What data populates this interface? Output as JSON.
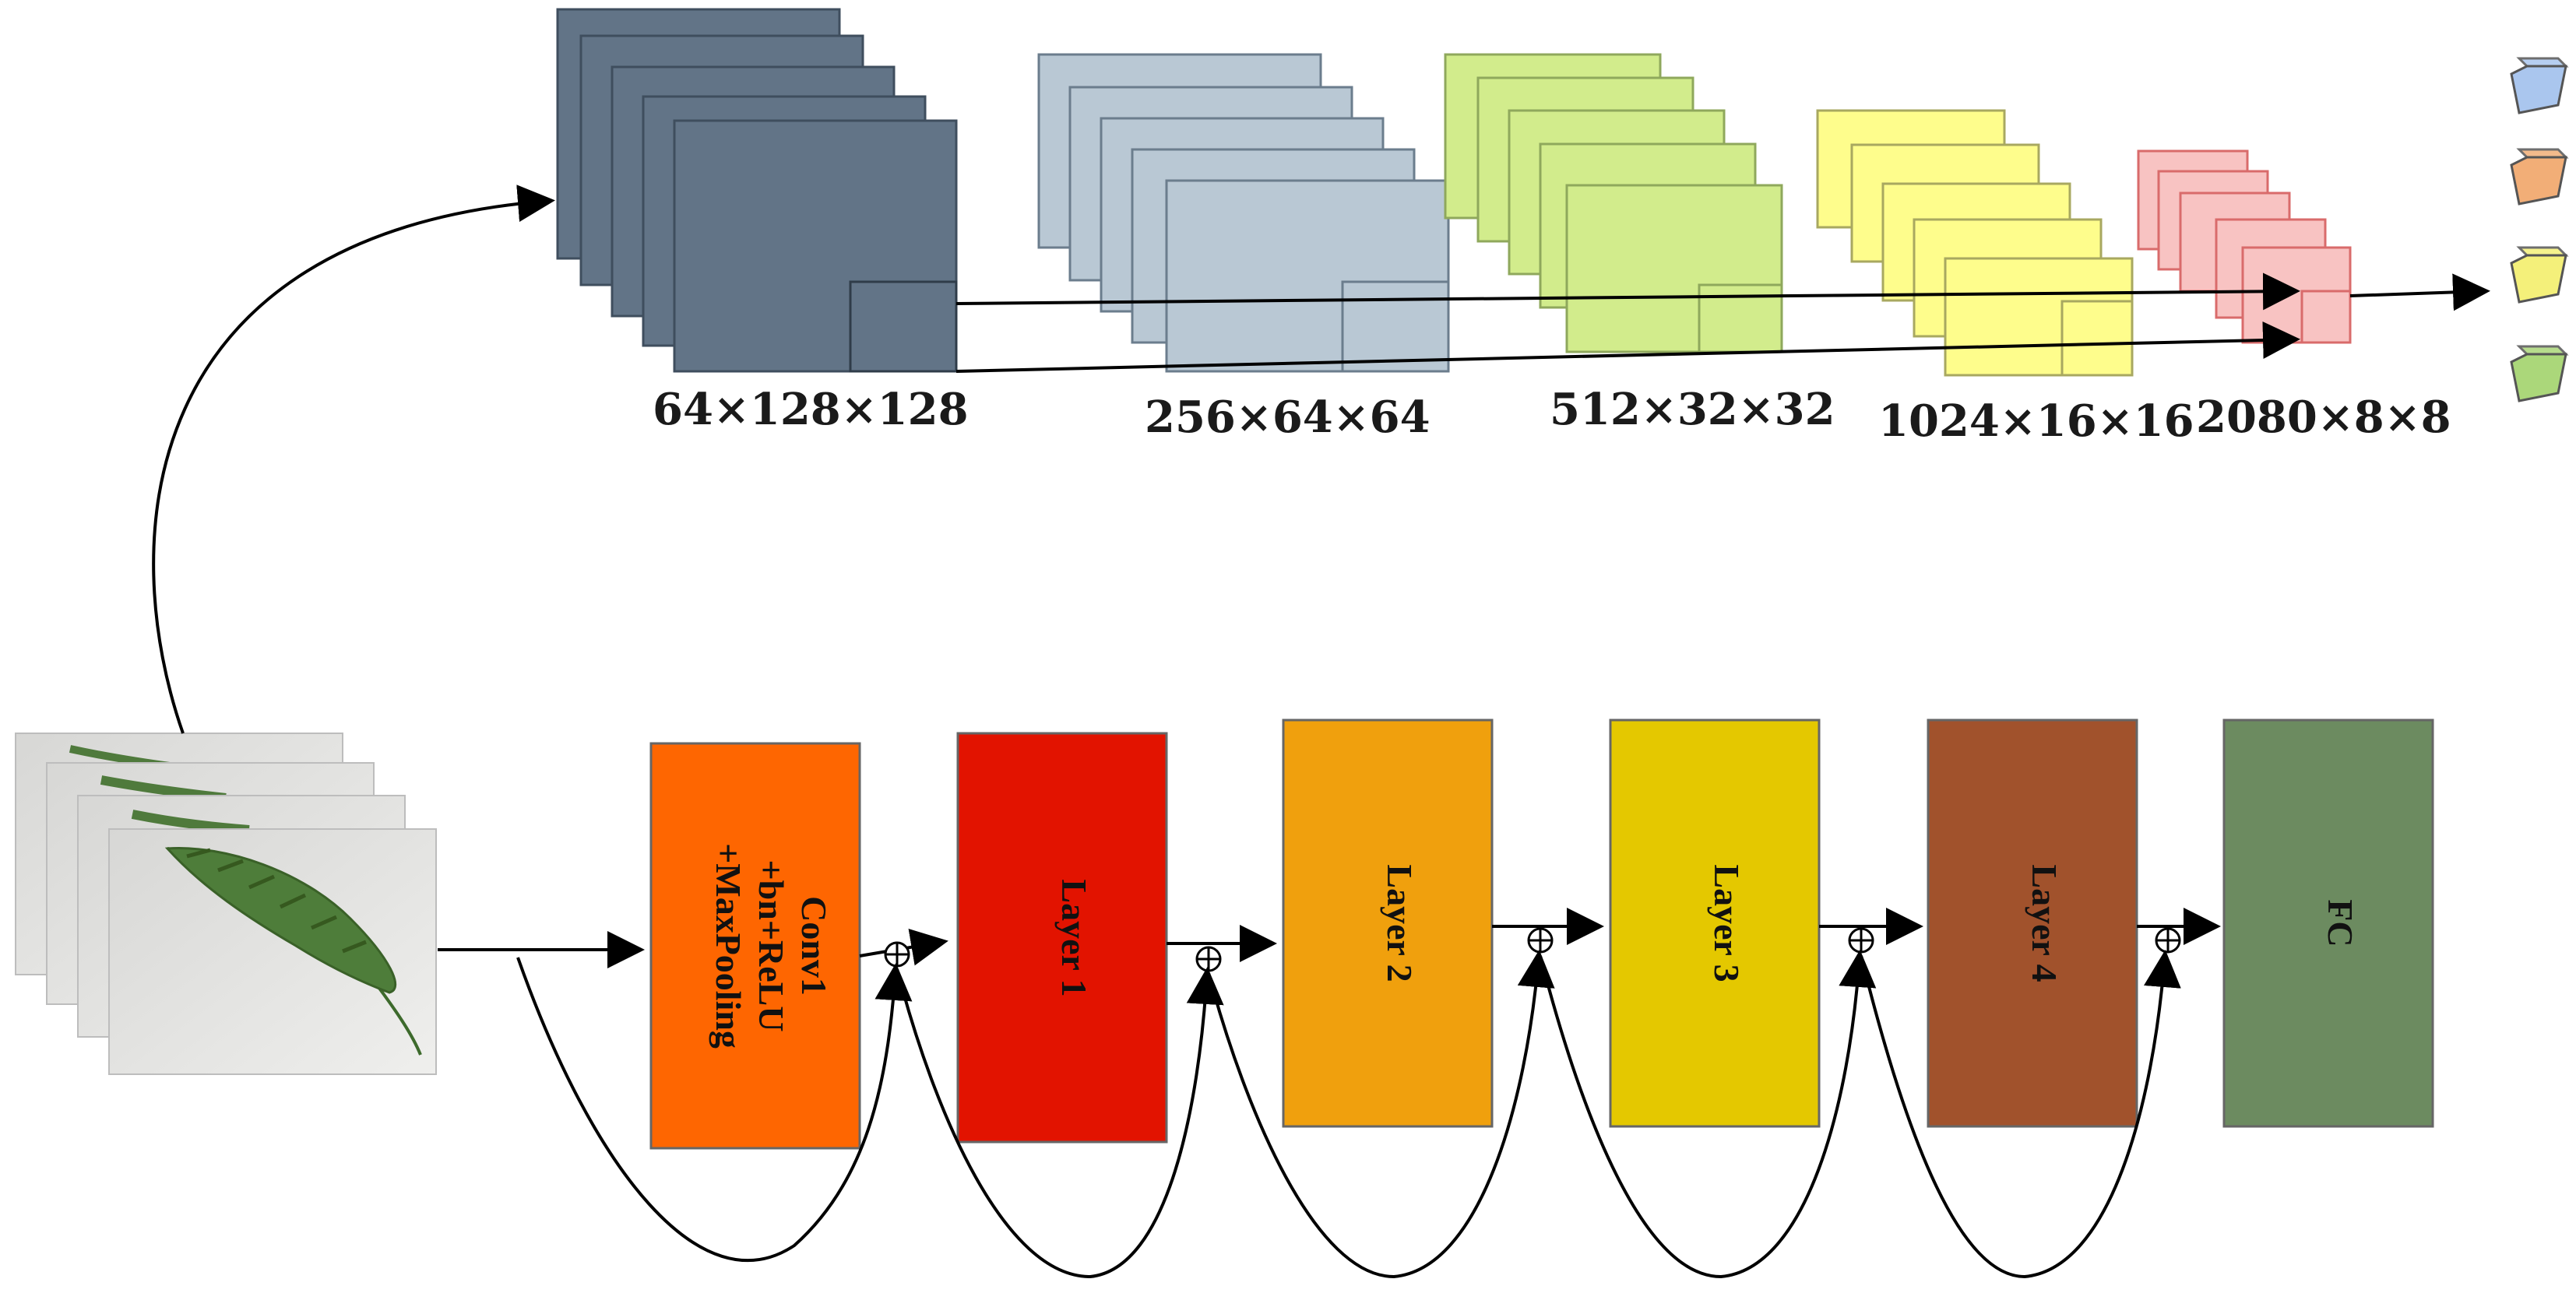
{
  "feature_maps": [
    {
      "label": "64×128×128",
      "color": "#627487",
      "stroke": "#3f4e5e"
    },
    {
      "label": "256×64×64",
      "color": "#b9c8d4",
      "stroke": "#6b7d8d"
    },
    {
      "label": "512×32×32",
      "color": "#d2ec8c",
      "stroke": "#8fa85c"
    },
    {
      "label": "1024×16×16",
      "color": "#fefd8c",
      "stroke": "#a8a860"
    },
    {
      "label": "2080×8×8",
      "color": "#f8c3c2",
      "stroke": "#d96b6b"
    }
  ],
  "output_icons": [
    {
      "name": "blue",
      "color": "#aac6ee"
    },
    {
      "name": "orange",
      "color": "#f2ae77"
    },
    {
      "name": "yellow",
      "color": "#f4f07a"
    },
    {
      "name": "green",
      "color": "#abd77a"
    }
  ],
  "pipeline_blocks": [
    {
      "label_lines": [
        "Conv1",
        "+bn+ReLU",
        "+MaxPooling"
      ],
      "color": "#fe6601"
    },
    {
      "label_lines": [
        "Layer 1"
      ],
      "color": "#e21300"
    },
    {
      "label_lines": [
        "Layer 2"
      ],
      "color": "#f0a00d"
    },
    {
      "label_lines": [
        "Layer 3"
      ],
      "color": "#e4c800"
    },
    {
      "label_lines": [
        "Layer 4"
      ],
      "color": "#a1522c"
    },
    {
      "label_lines": [
        "FC"
      ],
      "color": "#6c8b60"
    }
  ]
}
